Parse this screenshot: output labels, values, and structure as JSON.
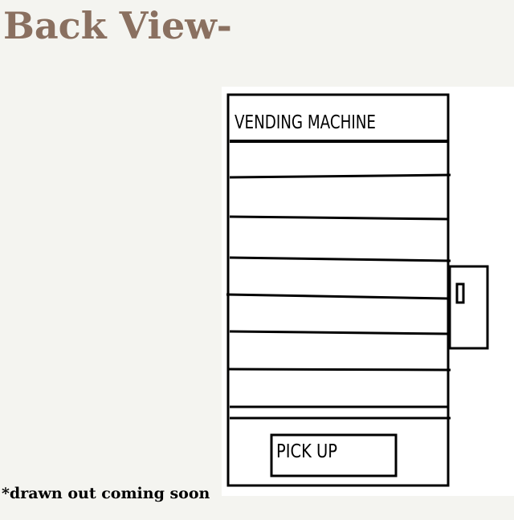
{
  "heading": {
    "title": "Back View-"
  },
  "drawing": {
    "machine_label": "VENDING MACHINE",
    "pickup_label": "PICK UP",
    "shelf_count": 7
  },
  "footer": {
    "note": "*drawn out coming soon"
  }
}
